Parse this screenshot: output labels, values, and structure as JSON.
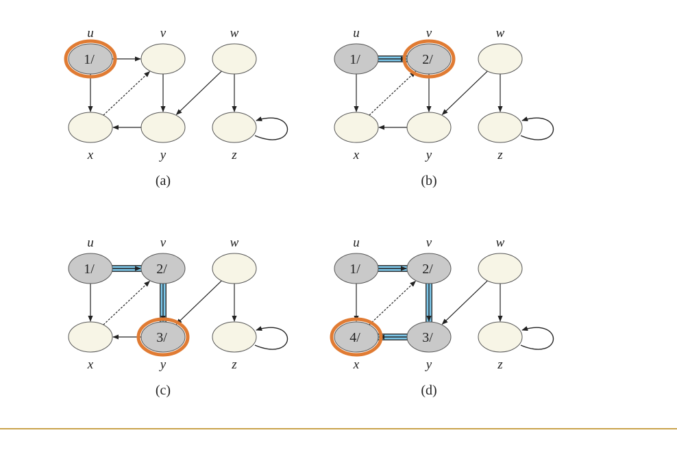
{
  "colors": {
    "white_node": "#f7f5e6",
    "gray_node": "#c9c9c9",
    "node_stroke": "#555555",
    "current_ring": "#e07b33",
    "tree_edge": "#7cc7ea",
    "edge": "#222222",
    "footer_rule": "#c9a24a"
  },
  "vertices": [
    "u",
    "v",
    "w",
    "x",
    "y",
    "z"
  ],
  "edges": [
    {
      "from": "u",
      "to": "v"
    },
    {
      "from": "u",
      "to": "x"
    },
    {
      "from": "x",
      "to": "v"
    },
    {
      "from": "v",
      "to": "y"
    },
    {
      "from": "y",
      "to": "x"
    },
    {
      "from": "w",
      "to": "y"
    },
    {
      "from": "w",
      "to": "z"
    },
    {
      "from": "z",
      "to": "z"
    }
  ],
  "panels": [
    {
      "id": "a",
      "caption": "(a)",
      "labels": {
        "u": "u",
        "v": "v",
        "w": "w",
        "x": "x",
        "y": "y",
        "z": "z"
      },
      "gray": [
        "u"
      ],
      "current": "u",
      "times": {
        "u": "1/"
      },
      "tree": []
    },
    {
      "id": "b",
      "caption": "(b)",
      "labels": {
        "u": "u",
        "v": "v",
        "w": "w",
        "x": "x",
        "y": "y",
        "z": "z"
      },
      "gray": [
        "u",
        "v"
      ],
      "current": "v",
      "times": {
        "u": "1/",
        "v": "2/"
      },
      "tree": [
        {
          "from": "u",
          "to": "v"
        }
      ]
    },
    {
      "id": "c",
      "caption": "(c)",
      "labels": {
        "u": "u",
        "v": "v",
        "w": "w",
        "x": "x",
        "y": "y",
        "z": "z"
      },
      "gray": [
        "u",
        "v",
        "y"
      ],
      "current": "y",
      "times": {
        "u": "1/",
        "v": "2/",
        "y": "3/"
      },
      "tree": [
        {
          "from": "u",
          "to": "v"
        },
        {
          "from": "v",
          "to": "y"
        }
      ]
    },
    {
      "id": "d",
      "caption": "(d)",
      "labels": {
        "u": "u",
        "v": "v",
        "w": "w",
        "x": "x",
        "y": "y",
        "z": "z"
      },
      "gray": [
        "u",
        "v",
        "y",
        "x"
      ],
      "current": "x",
      "times": {
        "u": "1/",
        "v": "2/",
        "y": "3/",
        "x": "4/"
      },
      "tree": [
        {
          "from": "u",
          "to": "v"
        },
        {
          "from": "v",
          "to": "y"
        },
        {
          "from": "y",
          "to": "x"
        }
      ]
    }
  ]
}
